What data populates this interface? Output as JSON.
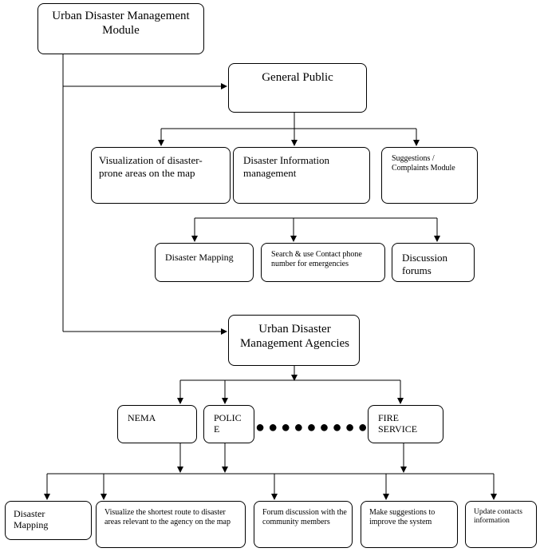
{
  "nodes": {
    "root": "Urban Disaster Management Module",
    "general_public": "General Public",
    "visualization": "Visualization of disaster-prone areas on the map",
    "disaster_info": "Disaster Information management",
    "suggestions": "Suggestions / Complaints Module",
    "disaster_mapping_1": "Disaster Mapping",
    "search_contact": "Search & use Contact phone number for emergencies",
    "discussion": "Discussion forums",
    "agencies": "Urban Disaster Management Agencies",
    "nema": "NEMA",
    "police": "POLICE",
    "fire": "FIRE SERVICE",
    "ellipsis": "●●●●●●●●●",
    "disaster_mapping_2": "Disaster Mapping",
    "shortest_route": "Visualize the shortest route to disaster areas relevant to the agency on the map",
    "forum_discussion": "Forum discussion with the community members",
    "make_suggestions": "Make suggestions to improve the system",
    "update_contacts": "Update contacts information"
  }
}
